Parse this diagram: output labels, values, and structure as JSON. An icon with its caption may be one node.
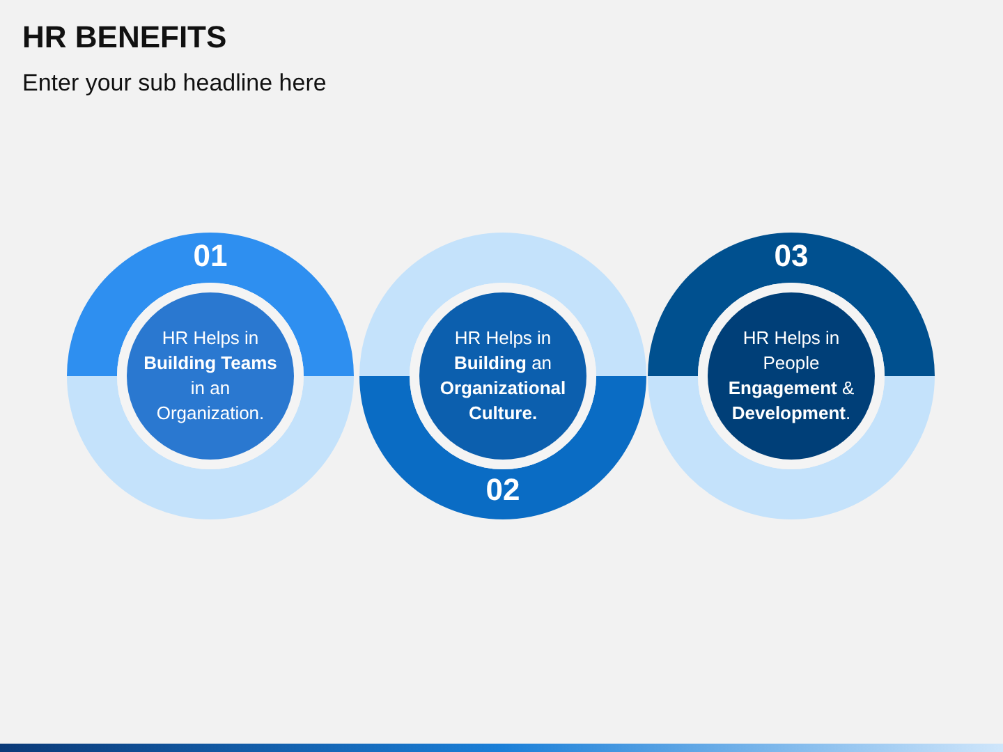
{
  "diagram": {
    "title": "HR BENEFITS",
    "caption": "Enter your sub headline here",
    "nodes": [
      {
        "text": [
          "01",
          "HR Helps in **Building Teams** in an Organization."
        ]
      },
      {
        "text": [
          "HR Helps in **Building** an **Organizational Culture.**",
          "02"
        ]
      },
      {
        "text": [
          "03",
          "HR Helps in People **Engagement** & **Development**."
        ]
      }
    ]
  }
}
